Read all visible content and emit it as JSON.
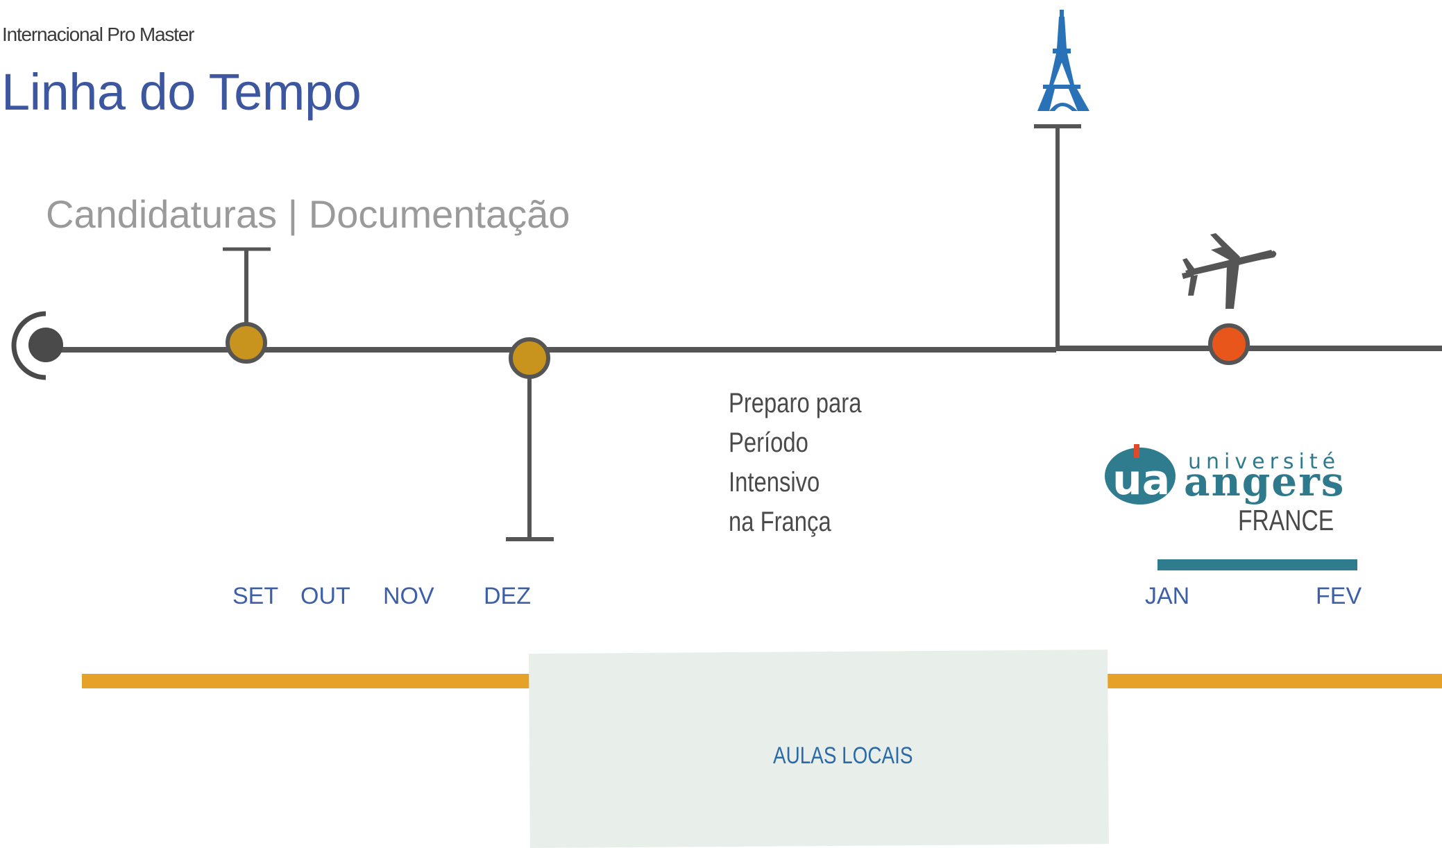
{
  "header": {
    "brand": "Internacional Pro Master",
    "title": "Linha do Tempo"
  },
  "timeline": {
    "section_title": "Candidaturas | Documentação",
    "preparation_text": [
      "Preparo para",
      "Período",
      "Intensivo",
      "na França"
    ],
    "months": [
      "SET",
      "OUT",
      "NOV",
      "DEZ",
      "JAN",
      "FEV"
    ],
    "colors": {
      "line": "#555555",
      "milestone": "#c8941e",
      "arrival": "#e8561c",
      "start": "#4a4a4a",
      "local_bar": "#e6a228",
      "france_bar": "#2f7c8e",
      "title": "#3d56a0"
    },
    "icons": [
      "eiffel-tower-icon",
      "airplane-icon"
    ]
  },
  "university": {
    "logo_mark": "ua",
    "word_small": "université",
    "word_big": "angers",
    "country": "FRANCE"
  },
  "local_classes": {
    "label": "AULAS LOCAIS"
  }
}
